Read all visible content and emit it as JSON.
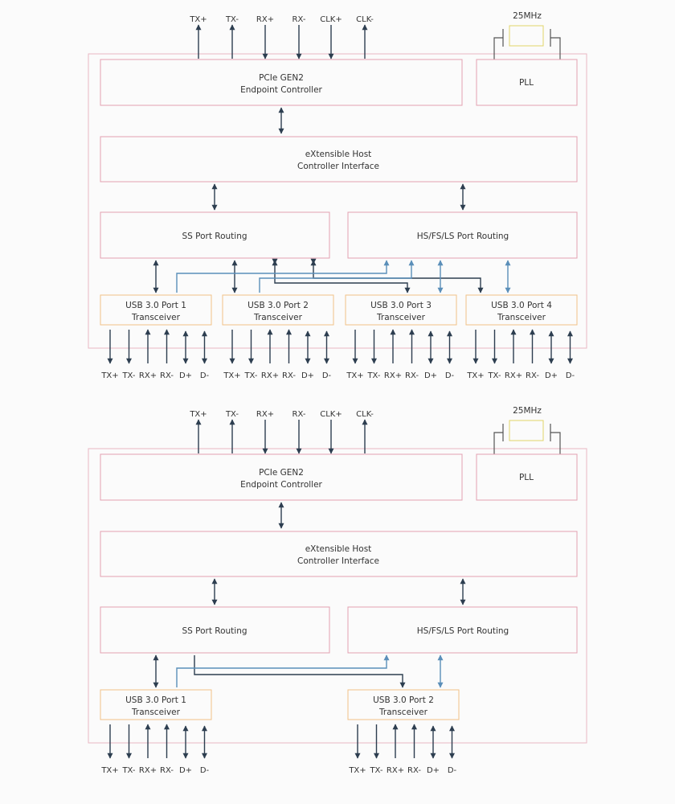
{
  "colors": {
    "background": "#fbfbfb",
    "chip_border": "#e8b7c3",
    "block_border": "#e3a0b0",
    "transceiver_border": "#f2c187",
    "crystal_border": "#e2d469",
    "arrow_dark": "#2d3e50",
    "arrow_blue": "#5b8fb9",
    "text": "#333333"
  },
  "diagrams": [
    {
      "id": "four-port",
      "host_signals": [
        "TX+",
        "TX-",
        "RX+",
        "RX-",
        "CLK+",
        "CLK-"
      ],
      "crystal_label": "25MHz",
      "pll_label": "PLL",
      "pcie_label": [
        "PCIe GEN2",
        "Endpoint Controller"
      ],
      "xhci_label": [
        "eXtensible Host",
        "Controller Interface"
      ],
      "ss_routing_label": "SS Port Routing",
      "hs_routing_label": "HS/FS/LS Port Routing",
      "transceivers": [
        {
          "label": [
            "USB 3.0 Port 1",
            "Transceiver"
          ]
        },
        {
          "label": [
            "USB 3.0 Port 2",
            "Transceiver"
          ]
        },
        {
          "label": [
            "USB 3.0 Port 3",
            "Transceiver"
          ]
        },
        {
          "label": [
            "USB 3.0 Port 4",
            "Transceiver"
          ]
        }
      ],
      "port_signals": [
        "TX+",
        "TX-",
        "RX+",
        "RX-",
        "D+",
        "D-"
      ]
    },
    {
      "id": "two-port",
      "host_signals": [
        "TX+",
        "TX-",
        "RX+",
        "RX-",
        "CLK+",
        "CLK-"
      ],
      "crystal_label": "25MHz",
      "pll_label": "PLL",
      "pcie_label": [
        "PCIe GEN2",
        "Endpoint Controller"
      ],
      "xhci_label": [
        "eXtensible Host",
        "Controller Interface"
      ],
      "ss_routing_label": "SS Port Routing",
      "hs_routing_label": "HS/FS/LS Port Routing",
      "transceivers": [
        {
          "label": [
            "USB 3.0 Port 1",
            "Transceiver"
          ]
        },
        {
          "label": [
            "USB 3.0 Port 2",
            "Transceiver"
          ]
        }
      ],
      "port_signals": [
        "TX+",
        "TX-",
        "RX+",
        "RX-",
        "D+",
        "D-"
      ]
    }
  ]
}
